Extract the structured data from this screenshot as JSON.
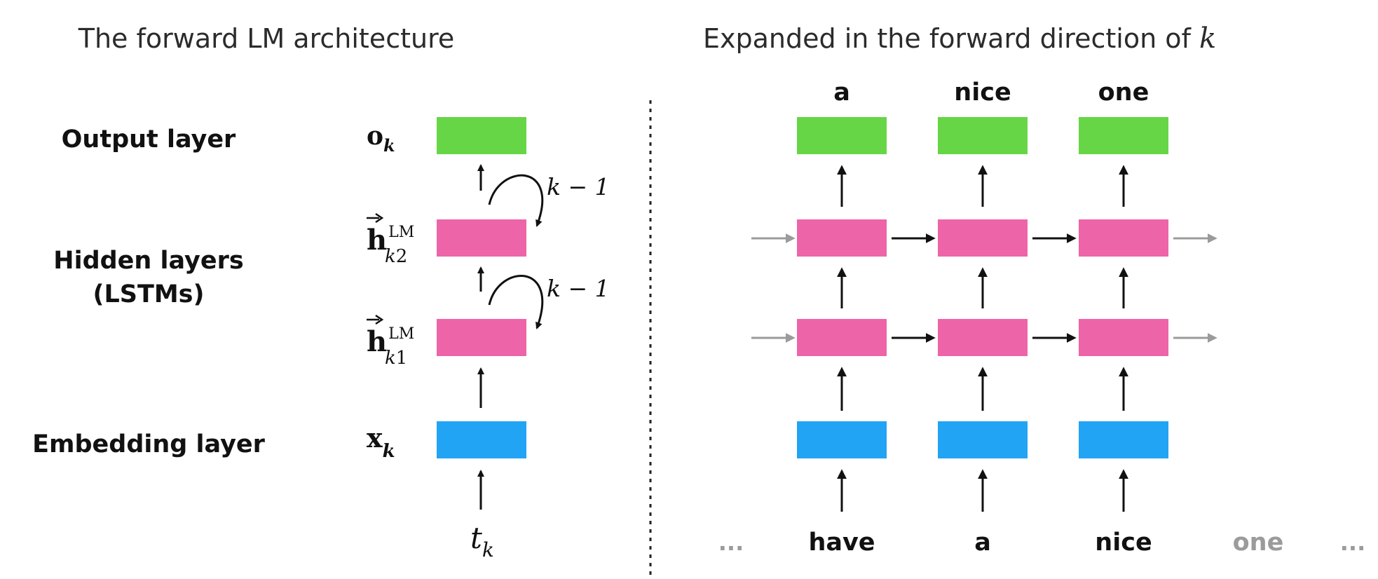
{
  "colors": {
    "output": "#66d646",
    "hidden": "#ee64a8",
    "embedding": "#22a4f5",
    "arrow": "#111111",
    "arrow_muted": "#9b9b9b",
    "divider": "#222222"
  },
  "left": {
    "title": "The forward LM architecture",
    "layers": {
      "output": "Output layer",
      "hidden_line1": "Hidden layers",
      "hidden_line2": "(LSTMs)",
      "embedding": "Embedding layer"
    },
    "symbols": {
      "output": {
        "base": "o",
        "sub": "k"
      },
      "hidden2": {
        "base": "h",
        "sup": "LM",
        "sub_italic": "k",
        "sub_digit": "2"
      },
      "hidden1": {
        "base": "h",
        "sup": "LM",
        "sub_italic": "k",
        "sub_digit": "1"
      },
      "embedding": {
        "base": "x",
        "sub": "k"
      },
      "input": {
        "base": "t",
        "sub": "k"
      }
    },
    "recurrence_label": "k − 1"
  },
  "right": {
    "title": "Expanded in the forward direction of ",
    "title_var": "k",
    "outputs": [
      "a",
      "nice",
      "one"
    ],
    "inputs": [
      "have",
      "a",
      "nice"
    ],
    "ellipsis_left": "...",
    "next_input": "one",
    "ellipsis_right": "..."
  },
  "icons": {
    "arrow": "arrow-icon",
    "loop": "recurrence-loop-icon"
  }
}
